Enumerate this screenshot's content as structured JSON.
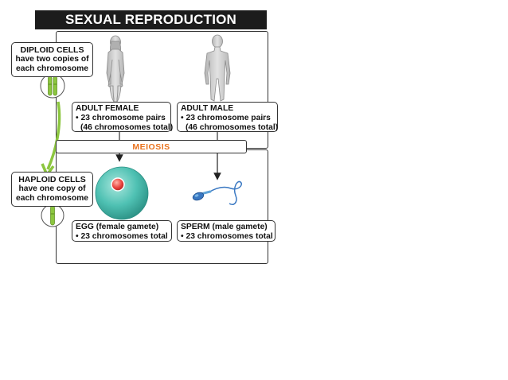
{
  "title": "SEXUAL REPRODUCTION",
  "diploid": {
    "title": "DIPLOID CELLS",
    "line1": "have two copies of",
    "line2": "each chromosome"
  },
  "haploid": {
    "title": "HAPLOID CELLS",
    "line1": "have one copy of",
    "line2": "each chromosome"
  },
  "female": {
    "label": "ADULT FEMALE",
    "line1": "• 23 chromosome pairs",
    "line2": "(46 chromosomes total)"
  },
  "male": {
    "label": "ADULT MALE",
    "line1": "• 23 chromosome pairs",
    "line2": "(46 chromosomes total)"
  },
  "meiosis": "MEIOSIS",
  "egg": {
    "label": "EGG (female gamete)",
    "line1": "• 23 chromosomes total"
  },
  "sperm": {
    "label": "SPERM (male gamete)",
    "line1": "• 23 chromosomes total"
  },
  "colors": {
    "meiosis": "#e9731f",
    "chromosome": "#8cc63f",
    "egg": "#4fc1b3",
    "nucleus": "#e8413c",
    "sperm": "#3a78c2",
    "figure": "#cfcfcf"
  }
}
